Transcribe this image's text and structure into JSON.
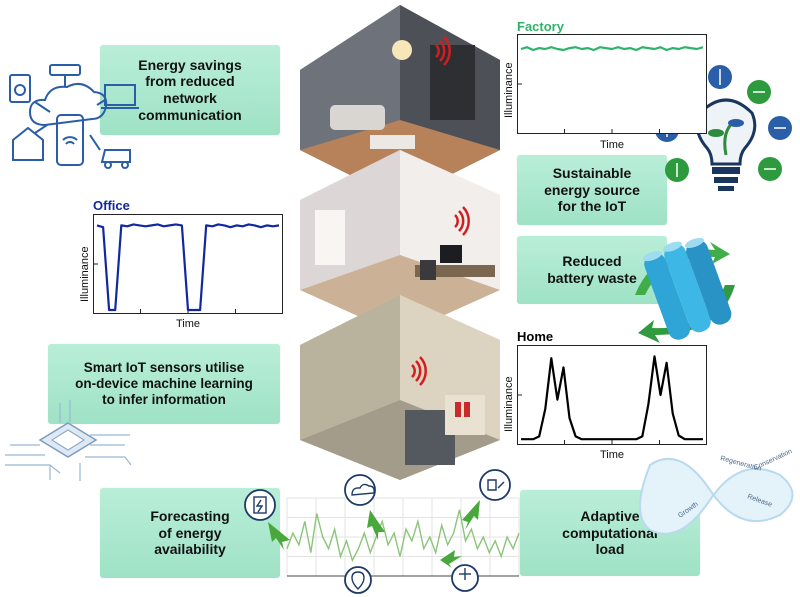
{
  "cards": {
    "energy_savings": "Energy savings\nfrom reduced\nnetwork\ncommunication",
    "sustainable": "Sustainable\nenergy source\nfor the IoT",
    "battery": "Reduced\nbattery waste",
    "smart_sensors": "Smart IoT sensors utilise\non-device machine learning\nto infer information",
    "forecasting": "Forecasting\nof energy\navailability",
    "adaptive": "Adaptive\ncomputational\nload"
  },
  "charts": {
    "factory": {
      "title": "Factory",
      "xlabel": "Time",
      "ylabel": "Illuminance",
      "color": "#2fb36a"
    },
    "office": {
      "title": "Office",
      "xlabel": "Time",
      "ylabel": "Illuminance",
      "color": "#1228a0"
    },
    "home": {
      "title": "Home",
      "xlabel": "Time",
      "ylabel": "Illuminance",
      "color": "#000000"
    }
  },
  "infinity": {
    "labels": [
      "Regeneration",
      "Conservation",
      "Growth",
      "Release"
    ]
  },
  "chart_data": [
    {
      "type": "line",
      "title": "Factory",
      "xlabel": "Time",
      "ylabel": "Illuminance",
      "x": [
        0,
        1,
        2,
        3,
        4,
        5,
        6,
        7,
        8,
        9,
        10,
        11,
        12,
        13,
        14,
        15,
        16,
        17,
        18,
        19,
        20,
        21,
        22,
        23,
        24,
        25,
        26,
        27,
        28,
        29,
        30
      ],
      "values": [
        0.88,
        0.9,
        0.87,
        0.89,
        0.88,
        0.9,
        0.88,
        0.87,
        0.89,
        0.9,
        0.88,
        0.89,
        0.87,
        0.9,
        0.89,
        0.88,
        0.9,
        0.88,
        0.89,
        0.87,
        0.9,
        0.89,
        0.88,
        0.9,
        0.87,
        0.89,
        0.88,
        0.9,
        0.89,
        0.88,
        0.9
      ],
      "ylim": [
        0,
        1
      ]
    },
    {
      "type": "line",
      "title": "Office",
      "xlabel": "Time",
      "ylabel": "Illuminance",
      "x": [
        0,
        1,
        2,
        3,
        4,
        5,
        6,
        7,
        8,
        9,
        10,
        11,
        12,
        13,
        14,
        15,
        16,
        17,
        18,
        19,
        20,
        21,
        22,
        23,
        24,
        25,
        26,
        27,
        28,
        29,
        30
      ],
      "values": [
        0.92,
        0.9,
        0.0,
        0.0,
        0.92,
        0.91,
        0.93,
        0.92,
        0.91,
        0.92,
        0.93,
        0.91,
        0.92,
        0.93,
        0.92,
        0.0,
        0.0,
        0.0,
        0.92,
        0.91,
        0.93,
        0.92,
        0.9,
        0.92,
        0.91,
        0.93,
        0.92,
        0.9,
        0.92,
        0.91,
        0.92
      ],
      "ylim": [
        0,
        1
      ]
    },
    {
      "type": "line",
      "title": "Home",
      "xlabel": "Time",
      "ylabel": "Illuminance",
      "x": [
        0,
        1,
        2,
        3,
        4,
        5,
        6,
        7,
        8,
        9,
        10,
        11,
        12,
        13,
        14,
        15,
        16,
        17,
        18,
        19,
        20,
        21,
        22,
        23,
        24,
        25,
        26,
        27,
        28,
        29,
        30
      ],
      "values": [
        0.02,
        0.02,
        0.02,
        0.05,
        0.35,
        0.9,
        0.45,
        0.8,
        0.25,
        0.05,
        0.02,
        0.02,
        0.02,
        0.02,
        0.02,
        0.02,
        0.02,
        0.02,
        0.02,
        0.02,
        0.05,
        0.4,
        0.92,
        0.5,
        0.85,
        0.3,
        0.06,
        0.02,
        0.02,
        0.02,
        0.02
      ],
      "ylim": [
        0,
        1
      ]
    },
    {
      "type": "line",
      "title": "",
      "xlabel": "",
      "ylabel": "",
      "x": [
        0,
        1,
        2,
        3,
        4,
        5,
        6,
        7,
        8,
        9,
        10,
        11,
        12,
        13,
        14,
        15,
        16,
        17,
        18,
        19,
        20,
        21,
        22,
        23,
        24,
        25,
        26,
        27,
        28,
        29,
        30,
        31,
        32,
        33,
        34,
        35,
        36,
        37,
        38,
        39
      ],
      "values": [
        0.35,
        0.55,
        0.4,
        0.7,
        0.3,
        0.8,
        0.5,
        0.35,
        0.6,
        0.25,
        0.45,
        0.2,
        0.35,
        0.55,
        0.3,
        0.5,
        0.7,
        0.4,
        0.55,
        0.25,
        0.6,
        0.45,
        0.7,
        0.35,
        0.5,
        0.3,
        0.65,
        0.4,
        0.55,
        0.85,
        0.45,
        0.6,
        0.35,
        0.5,
        0.3,
        0.45,
        0.25,
        0.5,
        0.35,
        0.55
      ],
      "ylim": [
        0,
        1
      ]
    }
  ]
}
